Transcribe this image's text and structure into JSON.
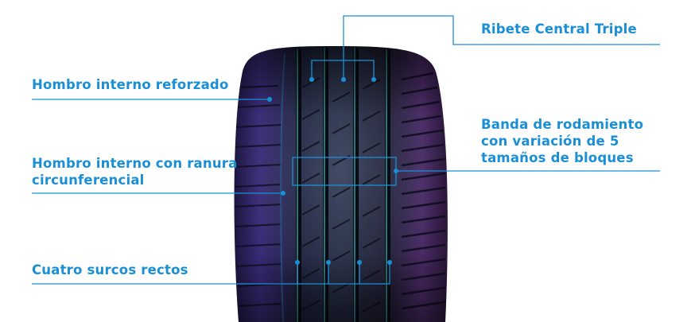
{
  "callouts": {
    "ribete": "Ribete Central Triple",
    "hombro_reforzado": "Hombro interno reforzado",
    "banda": [
      "Banda de rodamiento",
      "con variación de 5",
      "tamaños de bloques"
    ],
    "hombro_ranura": [
      "Hombro interno con ranura",
      "circunferencial"
    ],
    "surcos": "Cuatro surcos rectos"
  },
  "colors": {
    "callout_text": "#1a8fd6",
    "leader_line": "#1a8fd6",
    "tire_dark": "#15151f",
    "tire_purple": "#5a2f8a",
    "groove_teal": "#2aa6b0"
  }
}
